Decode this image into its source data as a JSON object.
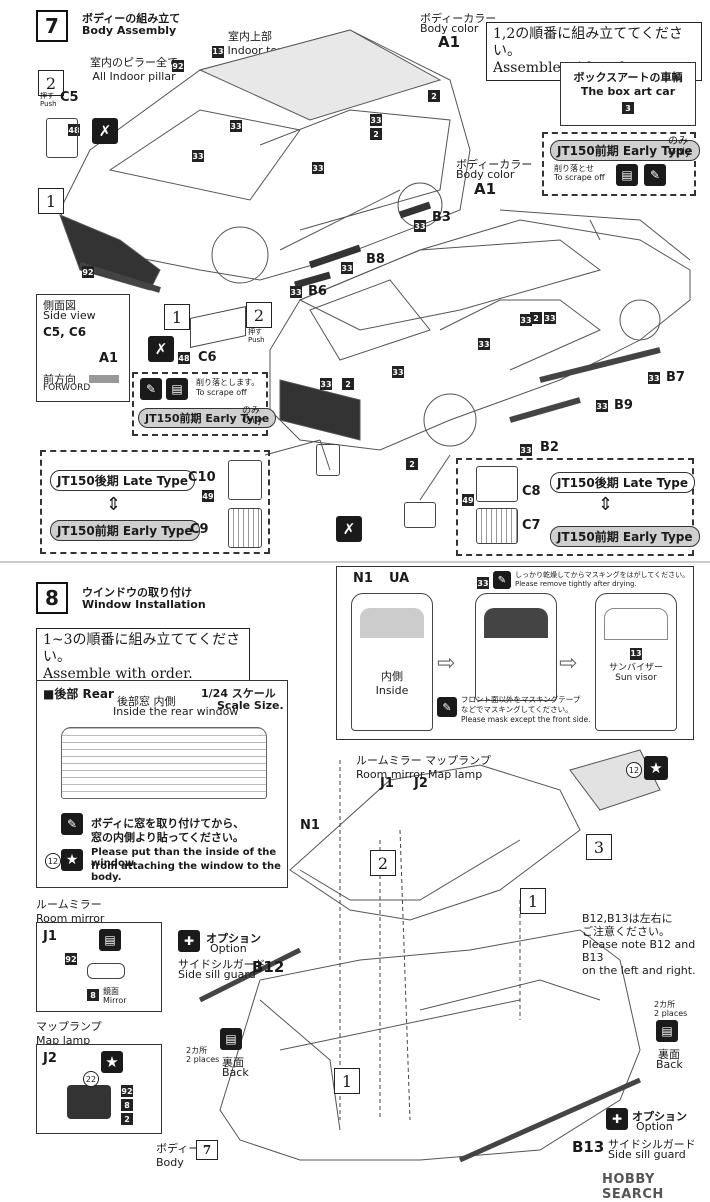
{
  "step7": {
    "num": "7",
    "title_jp": "ボディーの組み立て",
    "title_en": "Body Assembly",
    "order_jp": "1,2の順番に組み立ててください。",
    "order_en": "Assemble with order.",
    "box_art_jp": "ボックスアートの車輌",
    "box_art_en": "The box art car",
    "box_art_num": "3",
    "body_color_jp": "ボディーカラー",
    "body_color_en": "Body color",
    "body_color_code": "A1",
    "indoor_top_jp": "室内上部",
    "indoor_top_en": "Indoor top",
    "indoor_top_num": "13",
    "pillar_jp": "室内のピラー全て",
    "pillar_en": "All Indoor pillar",
    "pillar_num": "92",
    "push_jp": "押す",
    "push_en": "Push",
    "step1": "1",
    "step2": "2",
    "side_view_jp": "側面図",
    "side_view_en": "Side view",
    "side_parts": "C5, C6",
    "side_a1": "A1",
    "forward_jp": "前方向",
    "forward_en": "FORWORD",
    "scrape_jp": "削り落とします。",
    "scrape_en": "To scrape off",
    "scrape2_jp": "削り落とせ",
    "scrape2_en": "To scrape off",
    "early_type": "JT150前期 Early Type",
    "late_type": "JT150後期 Late Type",
    "only_jp": "のみ",
    "only_en": "Only",
    "num_33": "33",
    "num_2": "2",
    "num_48": "48",
    "num_92": "92",
    "num_49": "49",
    "parts": {
      "c5": "C5",
      "c6": "C6",
      "c7": "C7",
      "c8": "C8",
      "c9": "C9",
      "c10": "C10",
      "b2": "B2",
      "b3": "B3",
      "b6": "B6",
      "b7": "B7",
      "b8": "B8",
      "b9": "B9"
    }
  },
  "step8": {
    "num": "8",
    "title_jp": "ウインドウの取り付け",
    "title_en": "Window Installation",
    "order_jp": "1~3の順番に組み立ててください。",
    "order_en": "Assemble with order.",
    "rear_label": "■後部 Rear",
    "rear_inside_jp": "後部窓 内側",
    "rear_inside_en": "Inside the rear window",
    "scale_jp": "1/24 スケール",
    "scale_en": "Scale Size.",
    "rear_note_jp1": "ボディに窓を取り付けてから、",
    "rear_note_jp2": "窓の内側より貼ってください。",
    "rear_note_en1": "Please put than the inside of the window",
    "rear_note_en2": "from attaching the window to the body.",
    "num_12": "12",
    "n1": "N1",
    "ua": "UA",
    "inside_jp": "内側",
    "inside_en": "Inside",
    "dry_jp": "しっかり乾燥してからマスキングをはがしてください。",
    "dry_en": "Please remove tightly after drying.",
    "mask_jp1": "フロント面以外をマスキングテープ",
    "mask_jp2": "などでマスキングしてください。",
    "mask_en": "Please mask except the front side.",
    "sun_visor_jp": "サンバイザー",
    "sun_visor_en": "Sun visor",
    "sun_visor_num": "13",
    "room_mirror_jp": "ルームミラー",
    "room_mirror_en": "Room mirror",
    "map_lamp_jp": "マップランプ",
    "map_lamp_en": "Map lamp",
    "j1": "J1",
    "j2": "J2",
    "mirror_jp": "鏡面",
    "mirror_en": "Mirror",
    "num_92": "92",
    "num_8": "8",
    "num_22": "22",
    "num_2": "2",
    "option_jp": "オプション",
    "option_en": "Option",
    "side_sill_jp": "サイドシルガード",
    "side_sill_en": "Side sill guard",
    "b12": "B12",
    "b13": "B13",
    "b12b13_jp": "B12,B13は左右に",
    "b12b13_jp2": "ご注意ください。",
    "b12b13_en1": "Please note B12 and B13",
    "b12b13_en2": "on the left and right.",
    "two_places_jp": "2カ所",
    "two_places_en": "2 places",
    "back_jp": "裏面",
    "back_en": "Back",
    "body_jp": "ボディー",
    "body_en": "Body",
    "body_num": "7",
    "step1": "1",
    "step2": "2",
    "step3": "3"
  },
  "watermark": "HOBBY SEARCH"
}
